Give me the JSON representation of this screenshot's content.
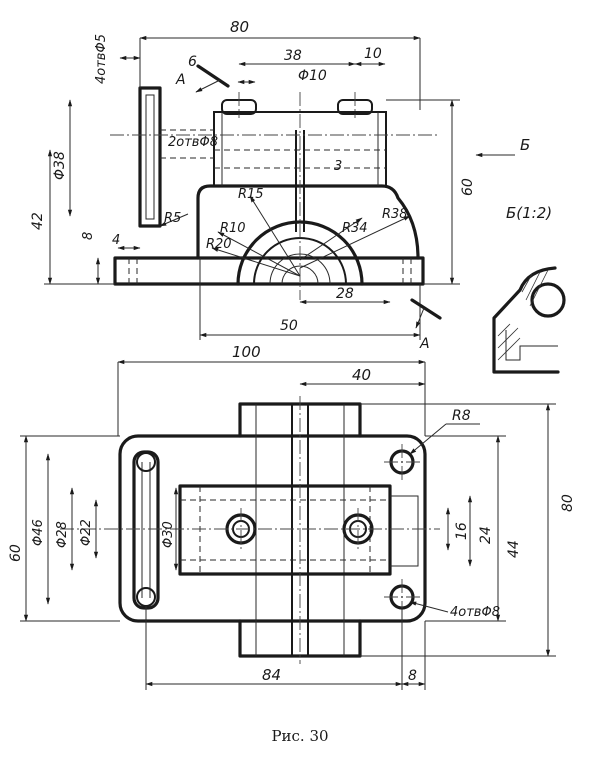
{
  "figure": {
    "caption": "Рис. 30",
    "section_label": "Б",
    "section_view_label": "Б(1:2)",
    "cut_label": "А",
    "front_view": {
      "dims": {
        "overall_width": "80",
        "hole_spacing": "38",
        "hole_offset": "10",
        "hole_dia": "Φ10",
        "lug_holes": "4отвΦ5",
        "lug_offset": "6",
        "side_holes": "2отвΦ8",
        "height": "60",
        "lug_dia": "Φ38",
        "lug_height": "42",
        "base_thickness": "8",
        "wall": "4",
        "slot": "3",
        "fillet_r5": "R5",
        "r10": "R10",
        "r15": "R15",
        "r20": "R20",
        "r34": "R34",
        "r38": "R38",
        "bore_offset": "28",
        "base_span": "50"
      }
    },
    "top_view": {
      "dims": {
        "overall_length": "100",
        "half_length": "40",
        "corner_radius": "R8",
        "depth": "80",
        "depth_inner": "60",
        "d46": "Φ46",
        "d28": "Φ28",
        "d22": "Φ22",
        "d30": "Φ30",
        "slot_width": "16",
        "inner_24": "24",
        "inner_44": "44",
        "base_holes": "4отвΦ8",
        "hole_spacing": "84",
        "edge_offset": "8"
      }
    }
  }
}
